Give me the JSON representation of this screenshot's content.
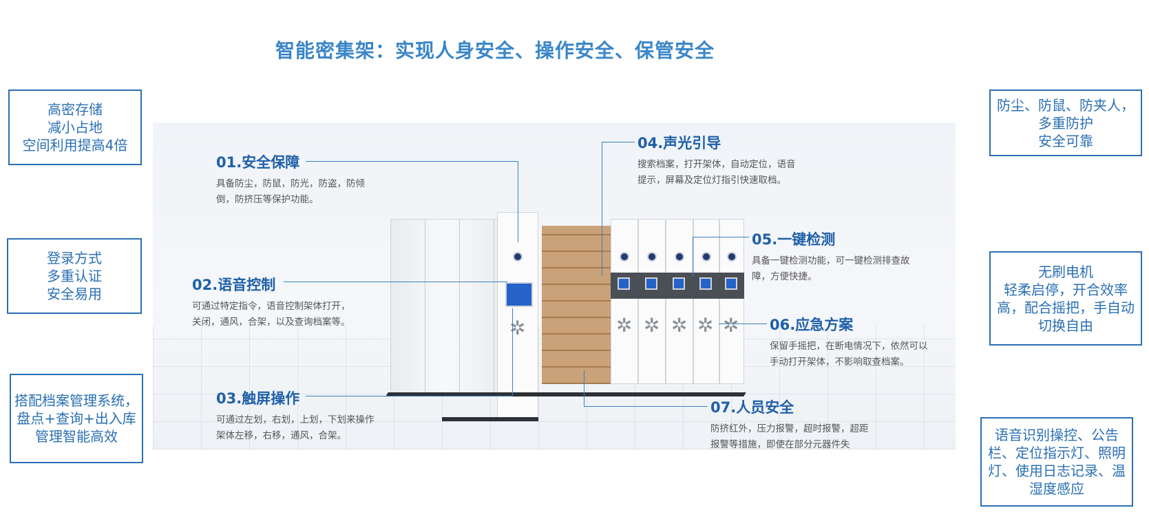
{
  "title": "智能密集架：实现人身安全、操作安全、保管安全",
  "left_boxes": [
    {
      "text": "高密存储\n减小占地\n空间利用提高4倍"
    },
    {
      "text": "登录方式\n多重认证\n安全易用"
    },
    {
      "text": "搭配档案管理系统，盘点+查询+出入库管理智能高效"
    }
  ],
  "right_boxes": [
    {
      "text": "防尘、防鼠、防夹人，多重防护\n安全可靠"
    },
    {
      "text": "无刷电机\n轻柔启停，开合效率高，配合摇把，手自动切换自由"
    },
    {
      "text": "语音识别操控、公告栏、定位指示灯、照明灯、使用日志记录、温湿度感应"
    }
  ],
  "features": [
    {
      "title": "01.安全保障",
      "desc": "具备防尘，防鼠，防光，防盗，防倾倒，防挤压等保护功能。"
    },
    {
      "title": "02.语音控制",
      "desc": "可通过特定指令，语音控制架体打开，关闭，通风，合架，以及查询档案等。"
    },
    {
      "title": "03.触屏操作",
      "desc": "可通过左划，右划，上划，下划来操作架体左移，右移，通风，合架。"
    },
    {
      "title": "04.声光引导",
      "desc": "搜索档案，打开架体，自动定位，语音提示，屏幕及定位灯指引快速取档。"
    },
    {
      "title": "05.一键检测",
      "desc": "具备一键检测功能，可一键检测排查故障，方便快捷。"
    },
    {
      "title": "06.应急方案",
      "desc": "保留手摇把，在断电情况下，依然可以手动打开架体，不影响取查档案。"
    },
    {
      "title": "07.人员安全",
      "desc": "防挤红外，压力报警，超时报警，超距报警等措施，即使在部分元器件失"
    }
  ],
  "icons": {
    "handwheel": "handwheel-icon",
    "lock": "lock-icon"
  },
  "colors": {
    "title": "#3a86c8",
    "box_border": "#2a6fb3",
    "feature_title": "#1f5fa8"
  }
}
